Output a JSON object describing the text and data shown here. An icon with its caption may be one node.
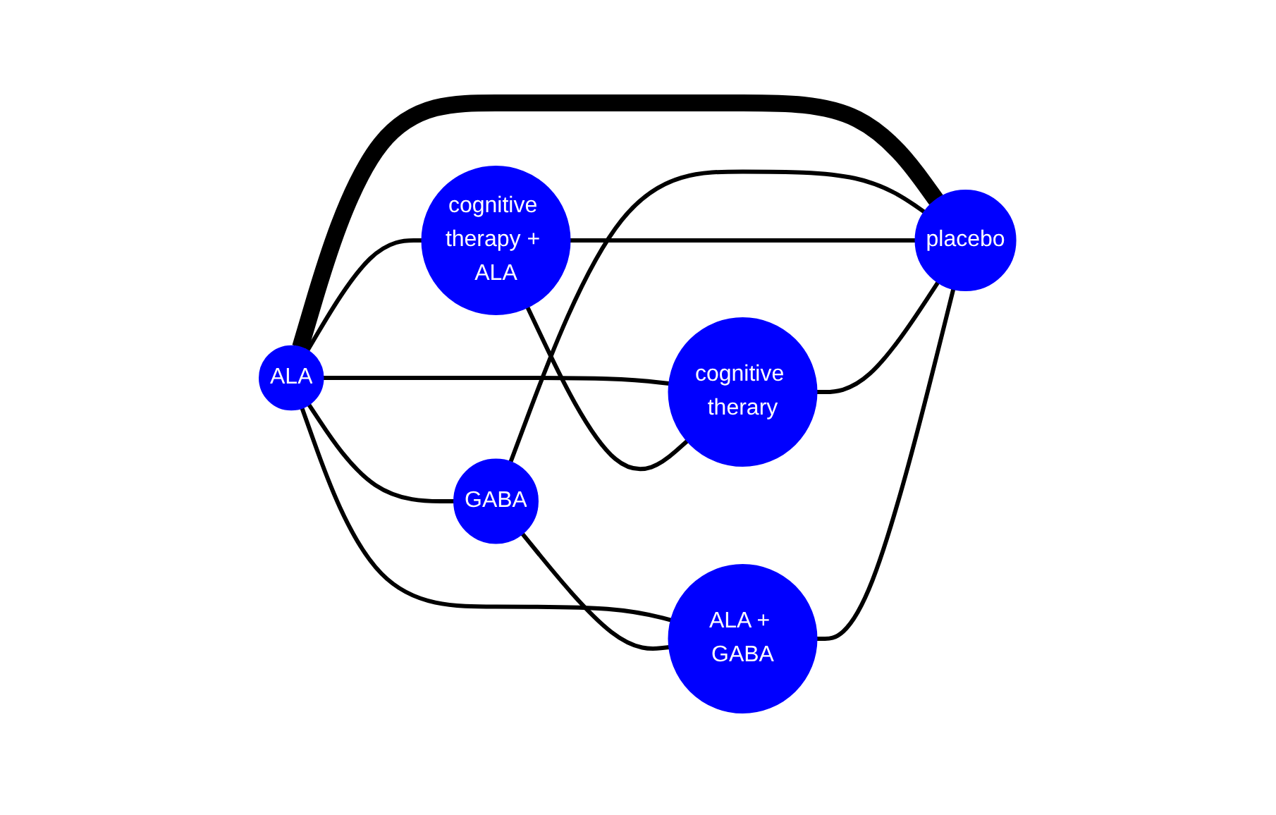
{
  "diagram": {
    "nodes": [
      {
        "text": [
          "ALA"
        ]
      },
      {
        "text": [
          "GABA"
        ]
      },
      {
        "text": [
          "cognitive therapy + ALA"
        ]
      },
      {
        "text": [
          "ALA + GABA"
        ]
      },
      {
        "text": [
          "cognitive therary"
        ]
      },
      {
        "text": [
          "placebo"
        ]
      }
    ],
    "edges": [
      {
        "from": 0,
        "to": 1,
        "arrow": "none"
      },
      {
        "from": 0,
        "to": 2,
        "arrow": "none"
      },
      {
        "from": 0,
        "to": 4,
        "arrow": "none"
      },
      {
        "from": 0,
        "to": 5,
        "arrow": "none",
        "style": "thick"
      },
      {
        "from": 0,
        "to": 3,
        "arrow": "none"
      },
      {
        "from": 1,
        "to": 5,
        "arrow": "none"
      },
      {
        "from": 1,
        "to": 3,
        "arrow": "none"
      },
      {
        "from": 2,
        "to": 4,
        "arrow": "none"
      },
      {
        "from": 2,
        "to": 5,
        "arrow": "none"
      },
      {
        "from": 4,
        "to": 5,
        "arrow": "none"
      },
      {
        "from": 3,
        "to": 5,
        "arrow": "none"
      }
    ]
  }
}
